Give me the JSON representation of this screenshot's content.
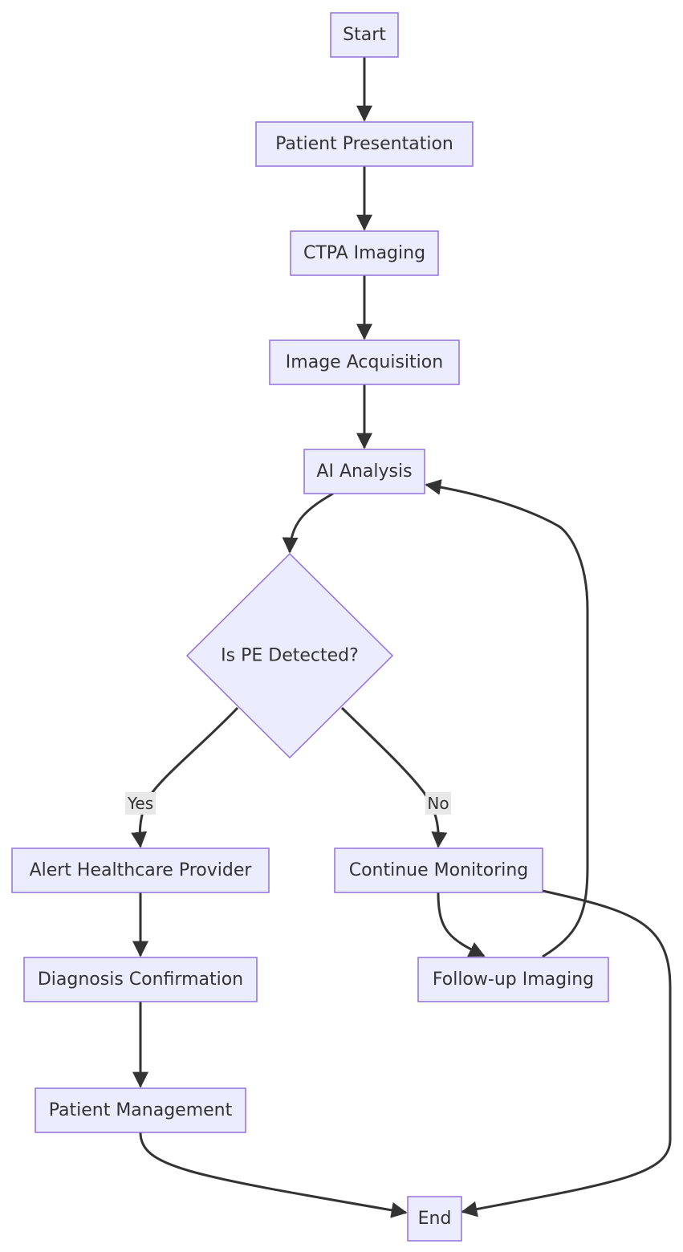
{
  "diagram": {
    "nodes": {
      "start": "Start",
      "patient_presentation": "Patient Presentation",
      "ctpa_imaging": "CTPA Imaging",
      "image_acquisition": "Image Acquisition",
      "ai_analysis": "AI Analysis",
      "is_pe_detected": "Is PE Detected?",
      "alert_provider": "Alert Healthcare Provider",
      "continue_monitoring": "Continue Monitoring",
      "diagnosis_confirmation": "Diagnosis Confirmation",
      "followup_imaging": "Follow-up Imaging",
      "patient_management": "Patient Management",
      "end": "End"
    },
    "edge_labels": {
      "yes": "Yes",
      "no": "No"
    },
    "edges": [
      {
        "from": "start",
        "to": "patient_presentation"
      },
      {
        "from": "patient_presentation",
        "to": "ctpa_imaging"
      },
      {
        "from": "ctpa_imaging",
        "to": "image_acquisition"
      },
      {
        "from": "image_acquisition",
        "to": "ai_analysis"
      },
      {
        "from": "ai_analysis",
        "to": "is_pe_detected"
      },
      {
        "from": "is_pe_detected",
        "to": "alert_provider",
        "label": "yes"
      },
      {
        "from": "is_pe_detected",
        "to": "continue_monitoring",
        "label": "no"
      },
      {
        "from": "alert_provider",
        "to": "diagnosis_confirmation"
      },
      {
        "from": "diagnosis_confirmation",
        "to": "patient_management"
      },
      {
        "from": "patient_management",
        "to": "end"
      },
      {
        "from": "continue_monitoring",
        "to": "followup_imaging"
      },
      {
        "from": "continue_monitoring",
        "to": "end"
      },
      {
        "from": "followup_imaging",
        "to": "ai_analysis"
      }
    ],
    "colors": {
      "node_fill": "#ECECFF",
      "node_stroke": "#9370DB",
      "edge": "#333333",
      "text": "#333333",
      "edge_label_bg": "#e8e8e8"
    }
  }
}
